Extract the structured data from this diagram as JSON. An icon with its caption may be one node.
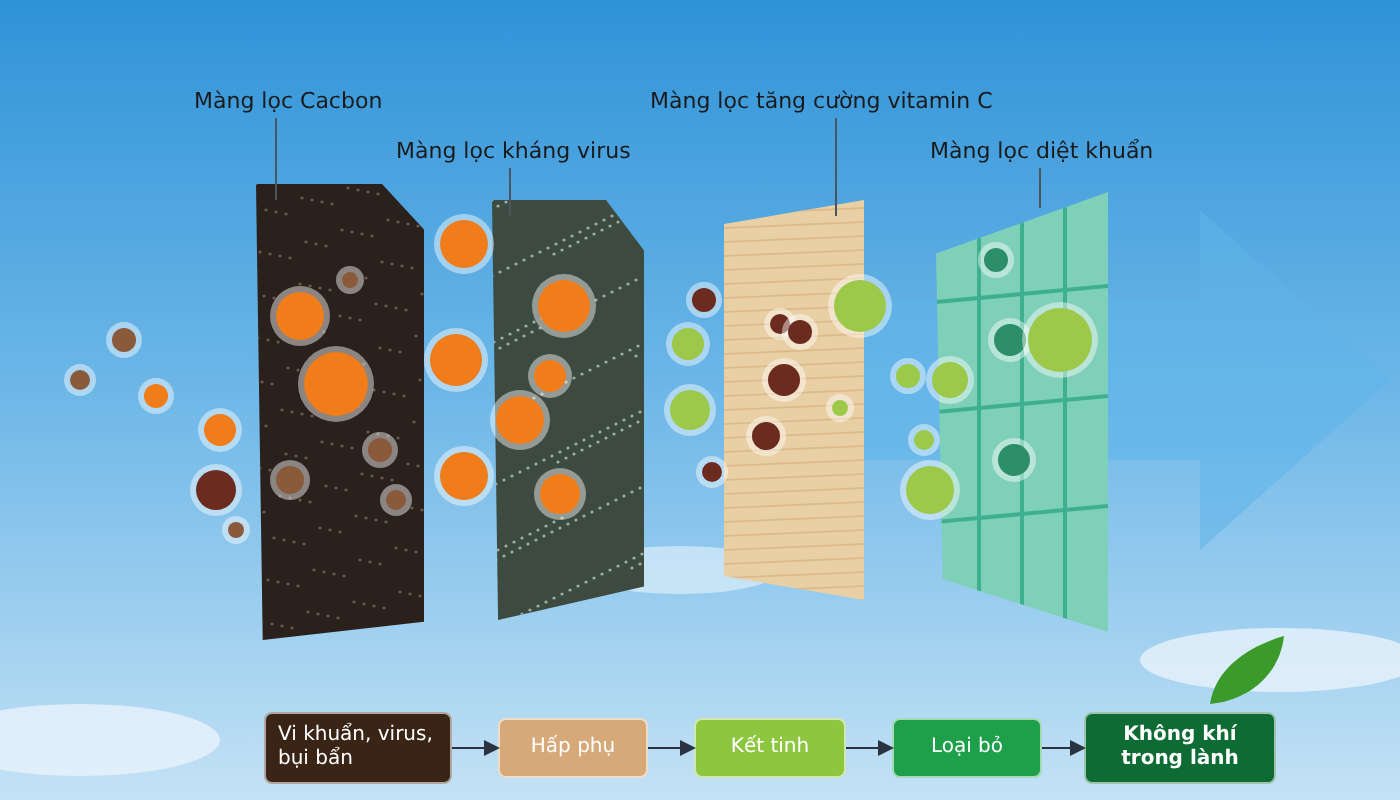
{
  "diagram": {
    "nodes": [
      {
        "text": [
          "Màng lọc Cacbon"
        ]
      },
      {
        "text": [],
        "shape": "box"
      },
      {
        "text": [
          "Màng lọc kháng virus"
        ]
      },
      {
        "text": [],
        "shape": "box"
      },
      {
        "text": [
          "Màng lọc tăng cường vitamin C"
        ]
      },
      {
        "text": [],
        "shape": "box"
      },
      {
        "text": [
          "Màng lọc diệt khuẩn"
        ]
      },
      {
        "text": [],
        "shape": "box"
      },
      {
        "text": [
          "Vi khuẩn, virus, bụi bẩn"
        ]
      },
      {
        "text": [
          "Hấp phụ"
        ]
      },
      {
        "text": [
          "Kết tinh"
        ]
      },
      {
        "text": [
          "Loại bỏ"
        ]
      },
      {
        "text": [
          "Không khí trong lành"
        ]
      }
    ],
    "edges": [
      {
        "from": 0,
        "to": 1,
        "arrow": "none"
      },
      {
        "from": 2,
        "to": 3,
        "arrow": "none"
      },
      {
        "from": 4,
        "to": 5,
        "arrow": "none"
      },
      {
        "from": 6,
        "to": 7,
        "arrow": "none"
      },
      {
        "from": 8,
        "to": 9,
        "arrow": "to"
      },
      {
        "from": 9,
        "to": 10,
        "arrow": "to"
      },
      {
        "from": 10,
        "to": 11,
        "arrow": "to"
      },
      {
        "from": 11,
        "to": 12,
        "arrow": "to"
      }
    ]
  }
}
